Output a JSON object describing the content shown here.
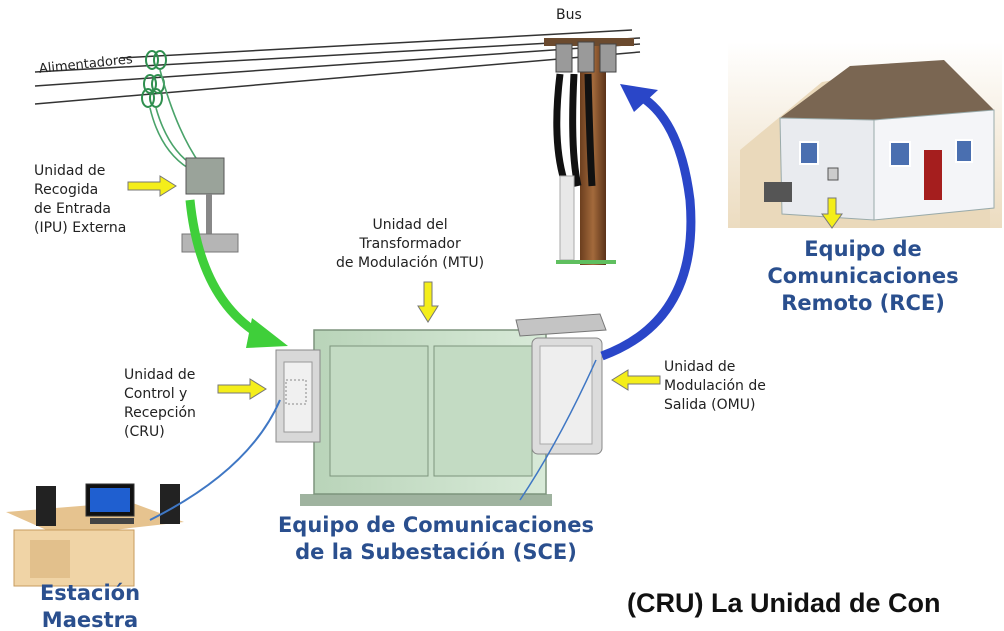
{
  "labels": {
    "bus": "Bus",
    "alimentadores": "Alimentadores",
    "ipu": "Unidad de\nRecogida\nde Entrada\n(IPU) Externa",
    "mtu": "Unidad del\nTransformador\nde Modulación (MTU)",
    "cru": "Unidad de\nControl y\nRecepción\n(CRU)",
    "omu": "Unidad de\nModulación de\nSalida (OMU)"
  },
  "titles": {
    "rce": "Equipo de\nComunicaciones\nRemoto (RCE)",
    "sce": "Equipo de Comunicaciones\nde la Subestación (SCE)",
    "estacion": "Estación\nMaestra"
  },
  "caption": "(CRU) La Unidad de Con",
  "colors": {
    "title_blue": "#2a4f8e",
    "arrow_green": "#3fcf3a",
    "arrow_blue": "#2a46c8",
    "pointer_yellow": "#f4ee1a",
    "cabinet": "#cfe3cf"
  }
}
